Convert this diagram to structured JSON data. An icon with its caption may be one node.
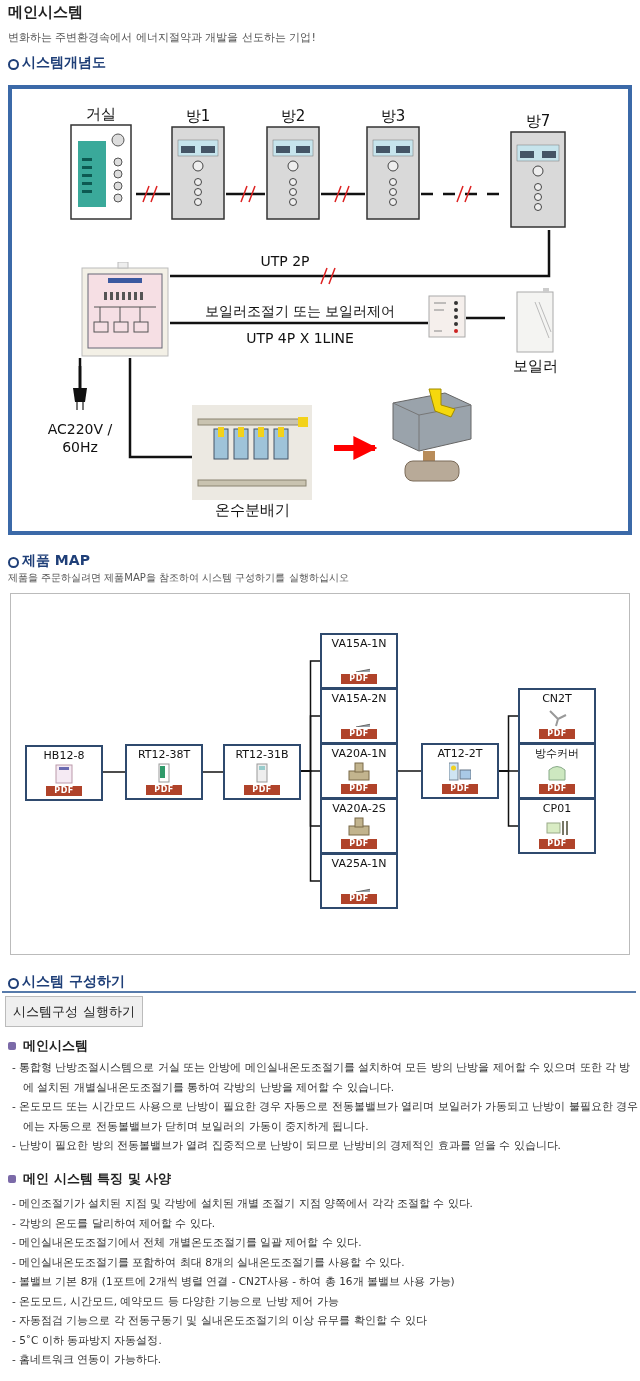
{
  "diagram": {
    "title": "메인시스템",
    "nodes": [
      {
        "text": [
          "거실"
        ]
      },
      {
        "text": [
          "방1"
        ]
      },
      {
        "text": [
          "방2"
        ]
      },
      {
        "text": [
          "방3"
        ]
      },
      {
        "text": [
          "방7"
        ]
      },
      {
        "text": [],
        "shape": "picture"
      },
      {
        "text": [],
        "shape": "picture"
      },
      {
        "text": [
          "보일러"
        ]
      },
      {
        "text": [
          "AC220V / 60Hz"
        ]
      },
      {
        "text": [
          "온수분배기"
        ]
      },
      {
        "text": [],
        "shape": "picture"
      },
      {
        "text": [
          "HB12-8",
          "PDF"
        ]
      },
      {
        "text": [
          "RT12-38T",
          "PDF"
        ]
      },
      {
        "text": [
          "RT12-31B",
          "PDF"
        ]
      },
      {
        "text": [
          "VA15A-1N",
          "PDF"
        ]
      },
      {
        "text": [
          "VA15A-2N",
          "PDF"
        ]
      },
      {
        "text": [
          "VA20A-1N",
          "PDF"
        ]
      },
      {
        "text": [
          "VA20A-2S",
          "PDF"
        ]
      },
      {
        "text": [
          "VA25A-1N",
          "PDF"
        ]
      },
      {
        "text": [
          "AT12-2T",
          "PDF"
        ]
      },
      {
        "text": [
          "CN2T",
          "PDF"
        ]
      },
      {
        "text": [
          "방수커버",
          "PDF"
        ]
      },
      {
        "text": [
          "CP01",
          "PDF"
        ]
      }
    ],
    "edges": [
      {
        "from": 0,
        "to": 1,
        "arrow": "none"
      },
      {
        "from": 1,
        "to": 2,
        "arrow": "none"
      },
      {
        "from": 2,
        "to": 3,
        "arrow": "none"
      },
      {
        "from": 3,
        "to": 4,
        "arrow": "none",
        "style": "dashed"
      },
      {
        "from": 4,
        "to": 5,
        "arrow": "none",
        "label": "UTP 2P"
      },
      {
        "from": 5,
        "to": 6,
        "arrow": "none",
        "label": "보일러조절기 또는 보일러제어"
      },
      {
        "from": 6,
        "to": 7,
        "arrow": "none"
      },
      {
        "from": 5,
        "to": 8,
        "arrow": "none"
      },
      {
        "from": 5,
        "to": 9,
        "arrow": "none"
      },
      {
        "from": 9,
        "to": 10,
        "arrow": "to",
        "style": "thick",
        "color": "#ff0000"
      },
      {
        "from": 11,
        "to": 12,
        "arrow": "none"
      },
      {
        "from": 12,
        "to": 13,
        "arrow": "none"
      },
      {
        "from": 13,
        "to": 14,
        "arrow": "none"
      },
      {
        "from": 13,
        "to": 15,
        "arrow": "none"
      },
      {
        "from": 13,
        "to": 16,
        "arrow": "none"
      },
      {
        "from": 13,
        "to": 17,
        "arrow": "none"
      },
      {
        "from": 13,
        "to": 18,
        "arrow": "none"
      },
      {
        "from": 16,
        "to": 19,
        "arrow": "none"
      },
      {
        "from": 19,
        "to": 20,
        "arrow": "none"
      },
      {
        "from": 19,
        "to": 21,
        "arrow": "none"
      },
      {
        "from": 19,
        "to": 22,
        "arrow": "none"
      }
    ],
    "labels": [
      "변화하는 주변환경속에서 에너지절약과 개발을 선도하는 기업!",
      "시스템개념도",
      "UTP 4P X 1LINE",
      "제품 MAP",
      "제품을 주문하실려면 제품MAP을 참조하여 시스템 구성하기를 실행하십시오",
      "시스템 구성하기",
      "시스템구성 실행하기",
      "메인시스템",
      "- 통합형 난방조절시스템으로 거실 또는 안방에 메인실내온도조절기를 설치하여 모든 방의 난방을 제어할 수 있으며 또한 각 방에 설치된 개별실내온도조절기를 통하여 각방의 난방을 제어할 수 있습니다.",
      "- 온도모드 또는 시간모드 사용으로 난방이 필요한 경우 자동으로 전동볼밸브가 열리며 보일러가 가동되고 난방이 불필요한 경우에는 자동으로 전동볼밸브가 닫히며 보일러의 가동이 중지하게 됩니다.",
      "- 난방이 필요한 방의 전동볼밸브가 열려 집중적으로 난방이 되므로 난방비의 경제적인 효과를 얻을 수 있습니다.",
      "메인 시스템 특징 및 사양",
      "- 메인조절기가 설치된 지점 및 각방에 설치된 개별 조절기 지점 양쪽에서 각각 조절할 수 있다.",
      "- 각방의 온도를 달리하여 제어할 수 있다.",
      "- 메인실내온도조절기에서 전체 개별온도조절기를 일괄 제어할 수 있다.",
      "- 메인실내온도조절기를 포함하여 최대 8개의 실내온도조절기를 사용할 수 있다.",
      "- 볼밸브 기본 8개 (1포트에 2개씩 병렬 연결 - CN2T사용 - 하여 총 16개 볼밸브 사용 가능)",
      "- 온도모드, 시간모드, 예약모드 등 다양한 기능으로 난방 제어 가능",
      "- 자동점검 기능으로 각 전동구동기 및 실내온도조절기의 이상 유무를 확인할 수 있다",
      "- 5˚C 이하 동파방지 자동설정.",
      "- 홈네트워크 연동이 가능하다."
    ]
  }
}
